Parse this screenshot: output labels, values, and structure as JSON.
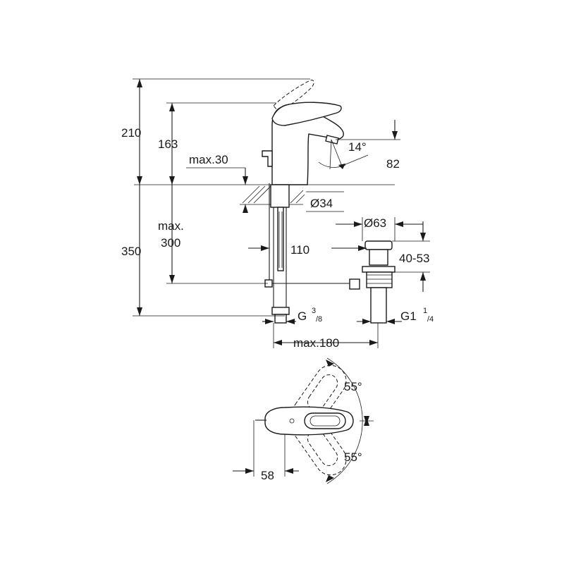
{
  "dimensions": {
    "d210": "210",
    "d163": "163",
    "max30": "max.30",
    "angle14": "14°",
    "d82": "82",
    "dia34": "Ø34",
    "dia63": "Ø63",
    "max_label": "max.",
    "d300": "300",
    "d350": "350",
    "d110": "110",
    "d40_53": "40-53",
    "g_thread": "G",
    "g_sup": "3",
    "g_sub": "/8",
    "g1_thread": "G1",
    "g1_sup": "1",
    "g1_sub": "/4",
    "max180": "max.180",
    "angle55_top": "55°",
    "angle55_bottom": "55°",
    "d58": "58"
  }
}
